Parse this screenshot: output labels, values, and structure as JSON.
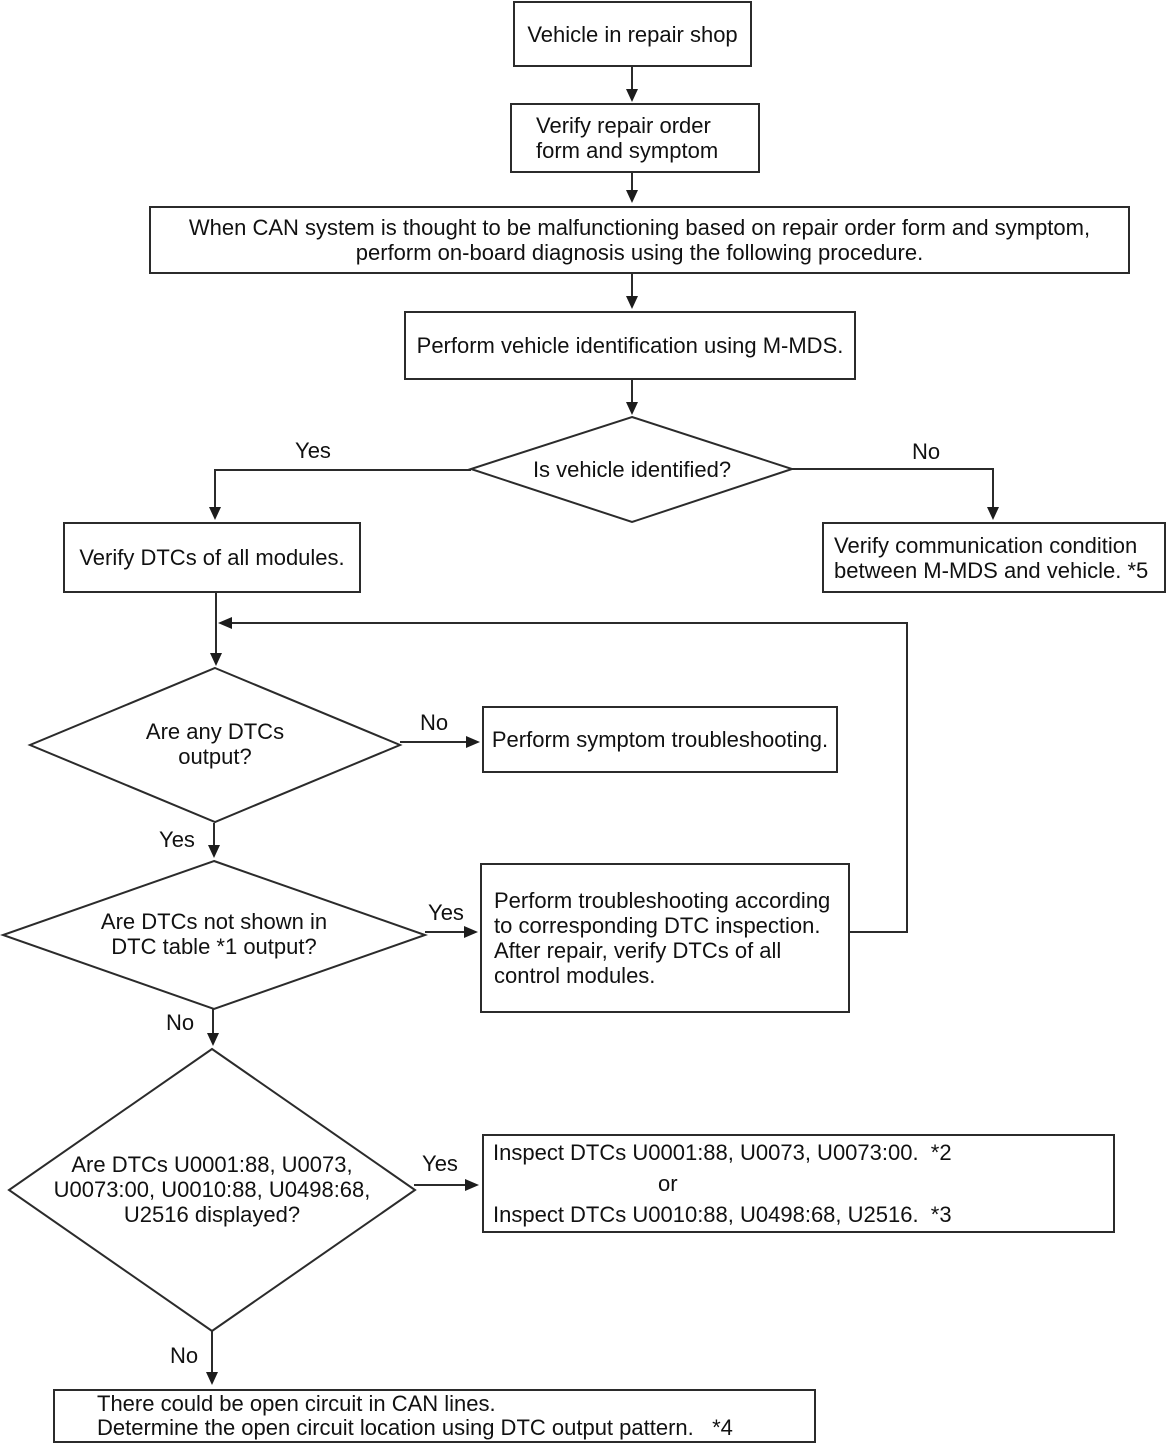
{
  "flowchart": {
    "nodes": {
      "vehicle_in_repair_shop": {
        "text": "Vehicle in repair shop"
      },
      "verify_repair_order": {
        "lines": [
          "Verify repair order",
          "form and symptom"
        ]
      },
      "can_malfunction_note": {
        "lines": [
          "When CAN system is thought to be malfunctioning based on repair order form and symptom,",
          "perform on-board diagnosis using the following procedure."
        ]
      },
      "perform_vehicle_identification": {
        "text": "Perform vehicle identification using M-MDS."
      },
      "is_vehicle_identified": {
        "text": "Is vehicle identified?"
      },
      "verify_dtcs_all_modules": {
        "text": "Verify DTCs of all modules."
      },
      "verify_communication_condition": {
        "lines": [
          "Verify communication condition",
          "between M-MDS and vehicle. *5"
        ]
      },
      "are_any_dtcs_output": {
        "lines": [
          "Are any DTCs",
          "output?"
        ]
      },
      "perform_symptom_troubleshooting": {
        "text": "Perform symptom troubleshooting."
      },
      "dtcs_not_in_table": {
        "lines": [
          "Are DTCs not shown in",
          "DTC table *1 output?"
        ]
      },
      "perform_dtc_troubleshooting": {
        "lines": [
          "Perform troubleshooting according",
          "to corresponding DTC inspection.",
          "After repair, verify DTCs of all",
          "control modules."
        ]
      },
      "dtcs_displayed": {
        "lines": [
          "Are DTCs U0001:88, U0073,",
          "U0073:00, U0010:88, U0498:68,",
          "U2516 displayed?"
        ]
      },
      "inspect_dtcs": {
        "lines": [
          "Inspect DTCs U0001:88, U0073, U0073:00.  *2",
          "or",
          "Inspect DTCs U0010:88, U0498:68, U2516.  *3"
        ]
      },
      "open_circuit": {
        "lines": [
          "There could be open circuit in CAN lines.",
          "Determine the open circuit location using DTC output pattern.   *4"
        ]
      }
    },
    "edge_labels": {
      "identified_yes": "Yes",
      "identified_no": "No",
      "any_dtcs_no": "No",
      "any_dtcs_yes": "Yes",
      "not_in_table_yes": "Yes",
      "not_in_table_no": "No",
      "displayed_yes": "Yes",
      "displayed_no": "No"
    },
    "colors": {
      "line": "#2b2b2b",
      "text": "#111111",
      "background": "#ffffff"
    }
  }
}
